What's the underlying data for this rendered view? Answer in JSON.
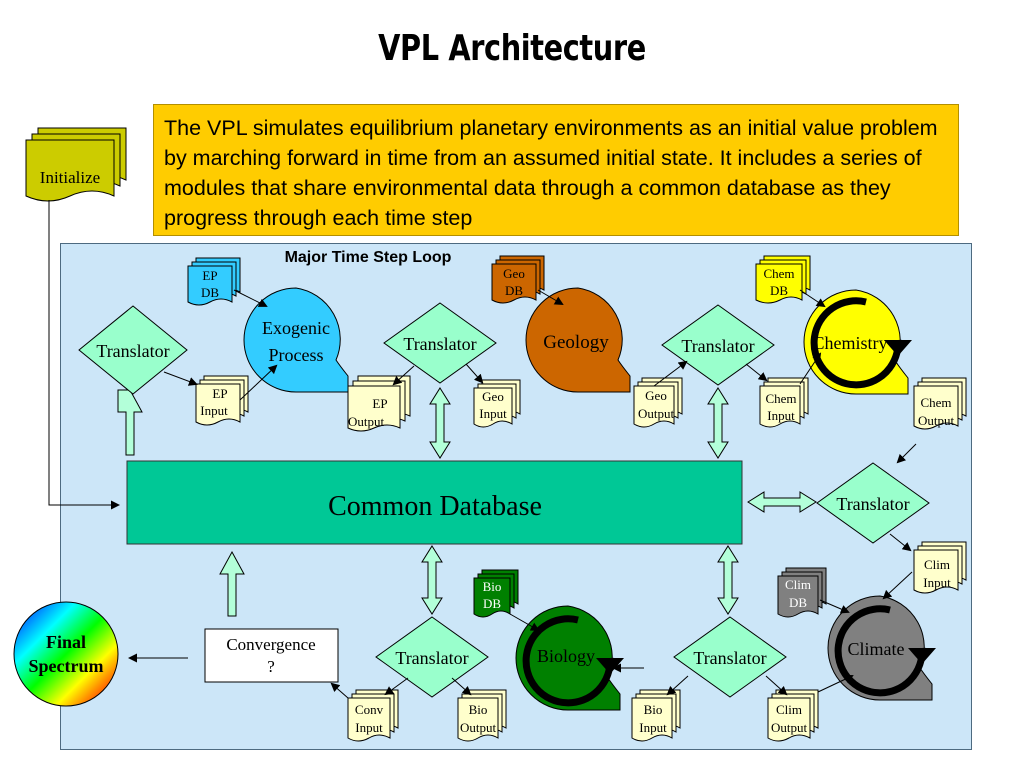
{
  "title": "VPL Architecture",
  "description": "The VPL simulates equilibrium planetary environments as an initial value problem by marching forward in time from an assumed initial state.  It includes a series of modules that share environmental data through a common database as they progress through each time step",
  "loop_label": "Major Time Step Loop",
  "initialize": "Initialize",
  "common_database": "Common Database",
  "convergence": [
    "Convergence",
    "?"
  ],
  "final_spectrum": [
    "Final",
    "Spectrum"
  ],
  "translator": "Translator",
  "modules": {
    "exogenic": [
      "Exogenic",
      "Process"
    ],
    "geology": "Geology",
    "chemistry": "Chemistry",
    "biology": "Biology",
    "climate": "Climate"
  },
  "databases": {
    "ep": [
      "EP",
      "DB"
    ],
    "geo": [
      "Geo",
      "DB"
    ],
    "chem": [
      "Chem",
      "DB"
    ],
    "bio": [
      "Bio",
      "DB"
    ],
    "clim": [
      "Clim",
      "DB"
    ]
  },
  "documents": {
    "ep_input": [
      "EP",
      "Input"
    ],
    "ep_output": [
      "EP",
      "Output"
    ],
    "geo_input": [
      "Geo",
      "Input"
    ],
    "geo_output": [
      "Geo",
      "Output"
    ],
    "chem_input": [
      "Chem",
      "Input"
    ],
    "chem_output": [
      "Chem",
      "Output"
    ],
    "clim_input": [
      "Clim",
      "Input"
    ],
    "clim_output": [
      "Clim",
      "Output"
    ],
    "bio_input": [
      "Bio",
      "Input"
    ],
    "bio_output": [
      "Bio",
      "Output"
    ],
    "conv_input": [
      "Conv",
      "Input"
    ]
  },
  "colors": {
    "title_box": "#ffcc00",
    "loop_background": "#cce6f8",
    "common_database": "#00c896",
    "translator": "#99ffcc",
    "document": "#ffffcc",
    "initialize": "#cccc00",
    "exogenic": "#33ccff",
    "geology": "#cc6600",
    "chemistry": "#ffff00",
    "biology": "#008000",
    "climate": "#808080"
  }
}
